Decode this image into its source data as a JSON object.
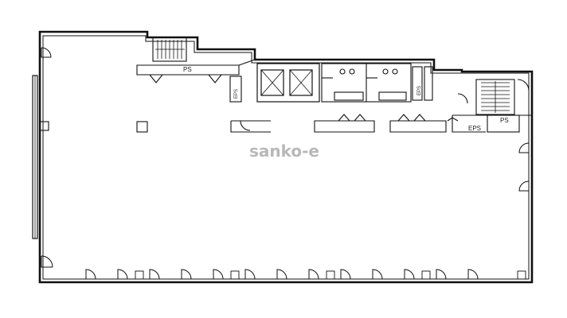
{
  "labels": {
    "ps_top": "PS",
    "ps_right": "PS",
    "eps": "EPS",
    "shaft_left": "EPS",
    "shaft_right": "EPS"
  },
  "watermark": {
    "text": "sanko-e"
  },
  "colors": {
    "wall": "#111111",
    "paper": "#ffffff",
    "watermark": "#b8b8b8"
  }
}
